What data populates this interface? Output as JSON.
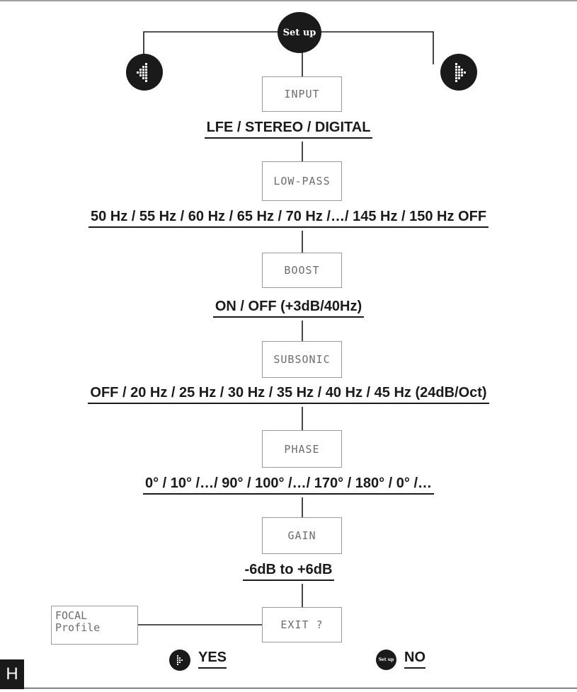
{
  "header": {
    "setup_label": "Set up"
  },
  "icons": {
    "left": "left-arrow-icon",
    "right": "right-arrow-icon"
  },
  "steps": [
    {
      "display": "INPUT",
      "options": "LFE / STEREO / DIGITAL"
    },
    {
      "display": "LOW-PASS",
      "options": "50 Hz / 55 Hz / 60 Hz / 65 Hz / 70 Hz /…/ 145 Hz / 150 Hz OFF"
    },
    {
      "display": "BOOST",
      "options": "ON / OFF (+3dB/40Hz)"
    },
    {
      "display": "SUBSONIC",
      "options": "OFF / 20 Hz / 25 Hz / 30 Hz / 35 Hz / 40 Hz / 45 Hz (24dB/Oct)"
    },
    {
      "display": "PHASE",
      "options": "0° / 10° /…/ 90° / 100° /…/ 170° / 180° / 0° /…"
    },
    {
      "display": "GAIN",
      "options": "-6dB to +6dB"
    },
    {
      "display": "EXIT ?"
    }
  ],
  "exit": {
    "focal_profile": {
      "line1": "FOCAL",
      "line2": "Profile"
    },
    "yes_label": "YES",
    "no_label": "NO",
    "no_setup_label": "Set up"
  },
  "page_letter": "H",
  "colors": {
    "ink": "#1a1a1a",
    "box_border": "#9a9a9a",
    "lcd_text": "#6d6d6d"
  }
}
